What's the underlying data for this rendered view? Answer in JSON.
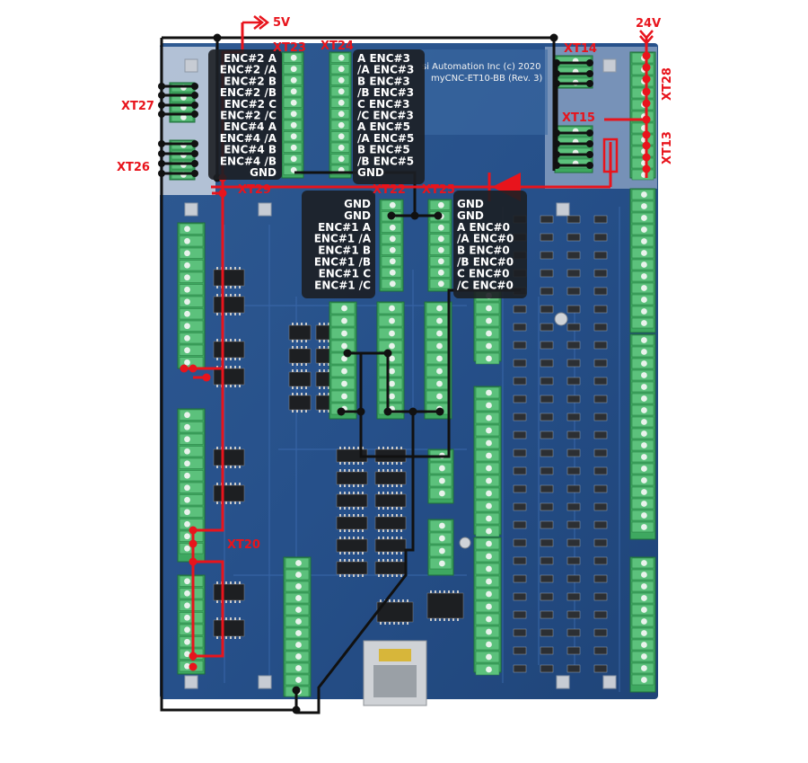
{
  "power": {
    "v5": "5V",
    "v24": "24V"
  },
  "connectors": {
    "xt23": "XT23",
    "xt24": "XT24",
    "xt14": "XT14",
    "xt15": "XT15",
    "xt28": "XT28",
    "xt13": "XT13",
    "xt27": "XT27",
    "xt26_upper": "XT26",
    "xt29": "XT29",
    "xt22": "XT22",
    "xt25": "XT25",
    "xt20": "XT20"
  },
  "board": {
    "maker": "si Automation Inc  (c) 2020",
    "model": "myCNC-ET10-BB (Rev. 3)"
  },
  "enc_left_block": [
    "ENC#2  A",
    "ENC#2 /A",
    "ENC#2  B",
    "ENC#2 /B",
    "ENC#2  C",
    "ENC#2 /C",
    "ENC#4  A",
    "ENC#4 /A",
    "ENC#4  B",
    "ENC#4 /B",
    "GND"
  ],
  "enc_right_block": [
    "A  ENC#3",
    "/A ENC#3",
    "B  ENC#3",
    "/B ENC#3",
    "C  ENC#3",
    "/C ENC#3",
    "A  ENC#5",
    "/A ENC#5",
    "B  ENC#5",
    "/B ENC#5",
    "GND"
  ],
  "enc1_block": [
    "GND",
    "GND",
    "ENC#1  A",
    "ENC#1 /A",
    "ENC#1  B",
    "ENC#1 /B",
    "ENC#1  C",
    "ENC#1 /C"
  ],
  "enc0_block": [
    "GND",
    "GND",
    " A ENC#0",
    "/A ENC#0",
    " B ENC#0",
    "/B ENC#0",
    " C ENC#0",
    "/C ENC#0"
  ]
}
